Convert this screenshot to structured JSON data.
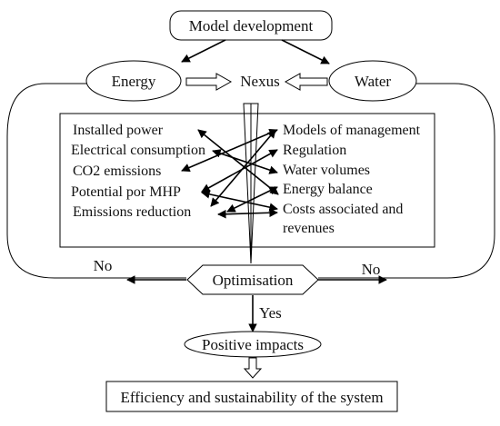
{
  "nodes": {
    "model_development": "Model development",
    "energy": "Energy",
    "nexus": "Nexus",
    "water": "Water",
    "optimisation": "Optimisation",
    "positive_impacts": "Positive impacts",
    "efficiency": "Efficiency and sustainability of the system"
  },
  "left_factors": [
    "Installed power",
    "Electrical consumption",
    "CO2 emissions",
    "Potential por MHP",
    "Emissions reduction"
  ],
  "right_factors": [
    "Models of management",
    "Regulation",
    "Water volumes",
    "Energy balance",
    "Costs associated and",
    "revenues"
  ],
  "decisions": {
    "no_left": "No",
    "no_right": "No",
    "yes": "Yes"
  }
}
